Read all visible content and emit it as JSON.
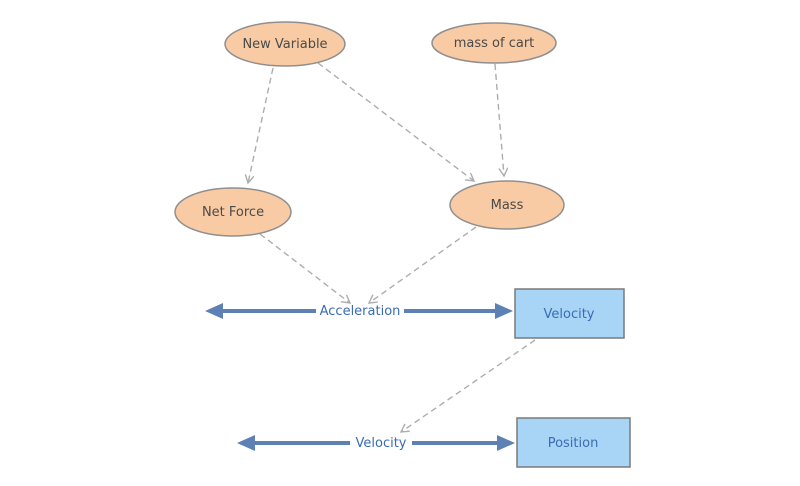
{
  "diagram": {
    "type": "stock-and-flow",
    "nodes": {
      "new_variable": {
        "label": "New Variable"
      },
      "mass_of_cart": {
        "label": "mass of cart"
      },
      "net_force": {
        "label": "Net Force"
      },
      "mass": {
        "label": "Mass"
      }
    },
    "stocks": {
      "velocity": {
        "label": "Velocity"
      },
      "position": {
        "label": "Position"
      }
    },
    "flows": {
      "acceleration": {
        "label": "Acceleration"
      },
      "velocity_flow": {
        "label": "Velocity"
      }
    },
    "connections": [
      {
        "from": "New Variable",
        "to": "Net Force"
      },
      {
        "from": "New Variable",
        "to": "Mass"
      },
      {
        "from": "mass of cart",
        "to": "Mass"
      },
      {
        "from": "Net Force",
        "to": "Acceleration (flow)"
      },
      {
        "from": "Mass",
        "to": "Acceleration (flow)"
      },
      {
        "from": "Velocity",
        "to": "Velocity (flow)"
      }
    ],
    "colors": {
      "background": "#FFFFFF",
      "variable_fill": "#F9CBA4",
      "variable_stroke": "#8F8F8F",
      "variable_text": "#4A4A4A",
      "stock_fill": "#A8D4F5",
      "stock_stroke": "#7A7A7A",
      "stock_text": "#3A6CB4",
      "flow_line": "#5E81B5",
      "flow_text": "#3A6CB4",
      "connector": "#ADADAD"
    }
  }
}
